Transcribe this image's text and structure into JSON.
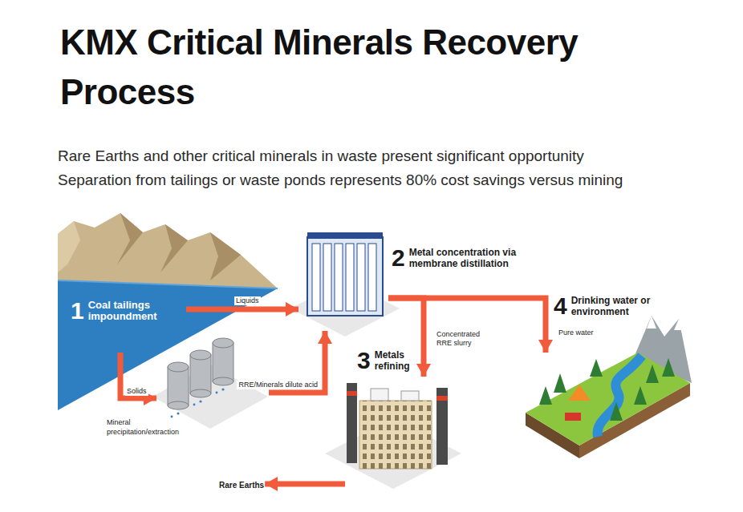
{
  "diagram": {
    "title": "KMX Critical Minerals Recovery Process",
    "nodes": [
      {
        "text": [
          "1",
          "Coal tailings impoundment"
        ]
      },
      {
        "text": [
          "2",
          "Metal concentration via membrane distillation"
        ]
      },
      {
        "text": [
          "Mineral precipitation/extraction"
        ]
      },
      {
        "text": [
          "3",
          "Metals refining"
        ]
      },
      {
        "text": [
          "4",
          "Drinking water or environment"
        ]
      },
      {
        "text": [
          "Rare Earths"
        ]
      }
    ],
    "edges": [
      {
        "from": 0,
        "to": 1,
        "label": "Liquids",
        "arrow": "to"
      },
      {
        "from": 0,
        "to": 2,
        "label": "Solids",
        "arrow": "to"
      },
      {
        "from": 2,
        "to": 1,
        "label": "RRE/Minerals dilute acid",
        "arrow": "to"
      },
      {
        "from": 1,
        "to": 3,
        "label": "Concentrated RRE slurry",
        "arrow": "to"
      },
      {
        "from": 1,
        "to": 4,
        "label": "Pure water",
        "arrow": "to"
      },
      {
        "from": 3,
        "to": 5,
        "arrow": "to"
      }
    ],
    "labels": [
      "Rare Earths and other critical minerals in waste present significant opportunity",
      "Separation from tailings or waste ponds represents 80% cost savings versus mining"
    ]
  }
}
